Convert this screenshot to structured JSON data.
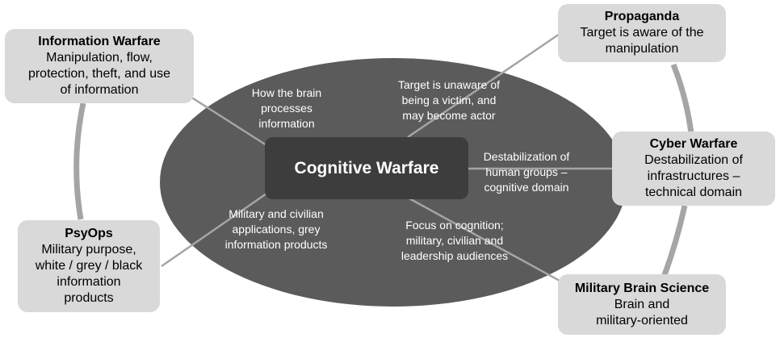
{
  "center": {
    "title": "Cognitive Warfare"
  },
  "nodes": {
    "information_warfare": {
      "title": "Information Warfare",
      "lines": [
        "Manipulation, flow,",
        "protection, theft, and use",
        "of information"
      ]
    },
    "propaganda": {
      "title": "Propaganda",
      "lines": [
        "Target is aware of the",
        "manipulation"
      ]
    },
    "cyber_warfare": {
      "title": "Cyber Warfare",
      "lines": [
        "Destabilization of",
        "infrastructures –",
        "technical domain"
      ]
    },
    "psyops": {
      "title": "PsyOps",
      "lines": [
        "Military purpose,",
        "white / grey / black",
        "information",
        "products"
      ]
    },
    "military_brain_science": {
      "title": "Military Brain Science",
      "lines": [
        "Brain and",
        "military-oriented"
      ]
    }
  },
  "connector_labels": {
    "brain": [
      "How the brain",
      "processes",
      "information"
    ],
    "unaware": [
      "Target is unaware of",
      "being a victim, and",
      "may become actor"
    ],
    "destabilization": [
      "Destabilization of",
      "human groups –",
      "cognitive domain"
    ],
    "military_civilian": [
      "Military and civilian",
      "applications, grey",
      "information products"
    ],
    "focus": [
      "Focus on cognition;",
      "military, civilian and",
      "leadership audiences"
    ]
  }
}
